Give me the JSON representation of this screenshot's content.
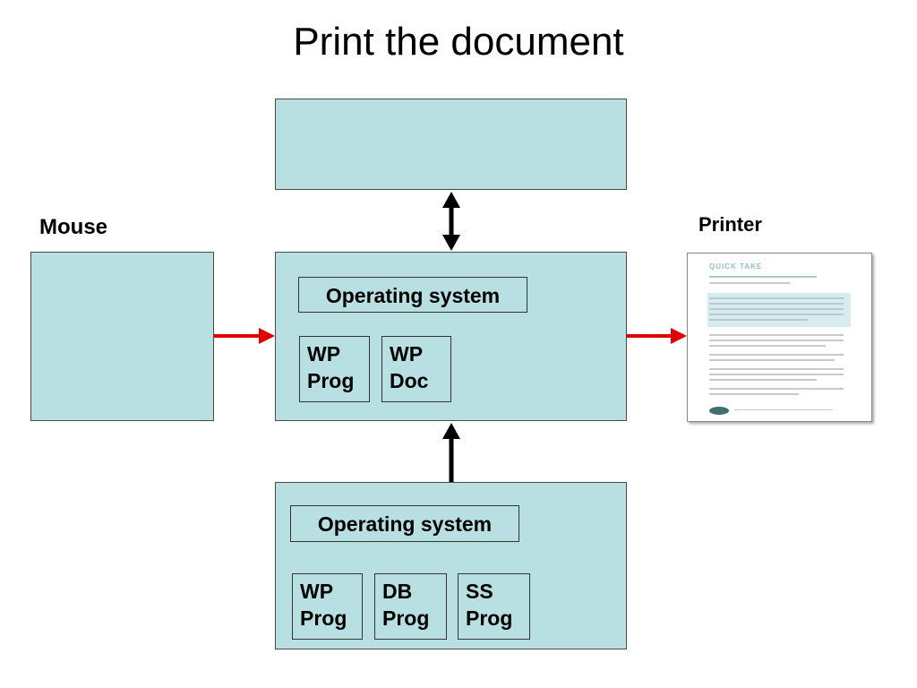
{
  "title": "Print the document",
  "labels": {
    "mouse": "Mouse",
    "printer": "Printer"
  },
  "ram_box": {
    "os": "Operating system",
    "programs": [
      {
        "line1": "WP",
        "line2": "Prog"
      },
      {
        "line1": "WP",
        "line2": "Doc"
      }
    ]
  },
  "disk_box": {
    "os": "Operating system",
    "programs": [
      {
        "line1": "WP",
        "line2": "Prog"
      },
      {
        "line1": "DB",
        "line2": "Prog"
      },
      {
        "line1": "SS",
        "line2": "Prog"
      }
    ]
  },
  "printed_document": {
    "header": "QUICK TAKE"
  },
  "colors": {
    "box_fill": "#b8dfe2",
    "red_arrow": "#e00000",
    "black_arrow": "#000000"
  }
}
